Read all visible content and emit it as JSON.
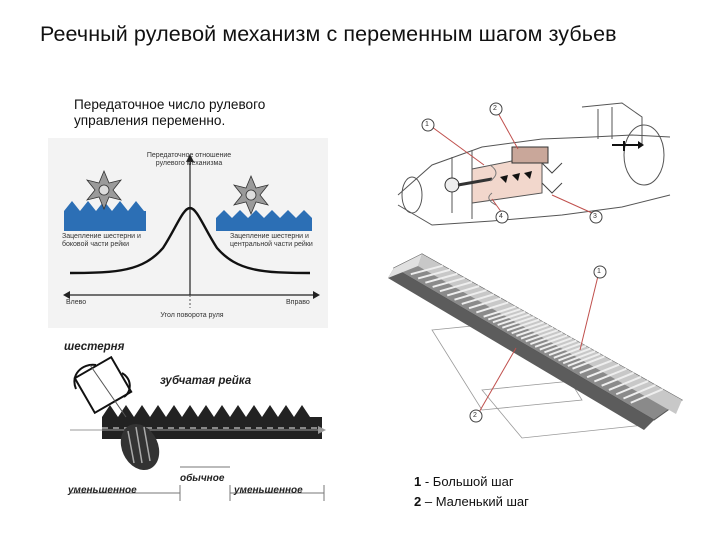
{
  "slide": {
    "title": "Реечный рулевой механизм с переменным шагом зубьев",
    "subtitle": "Передаточное число рулевого управления переменно."
  },
  "graph_figure": {
    "graph_title": "Передаточное отношение рулевого механизма",
    "left_caption": "Зацепление шестерни и боковой части рейки",
    "right_caption": "Зацепление шестерни и центральной части рейки",
    "left_end": "Влево",
    "right_end": "Вправо",
    "x_axis": "Угол поворота руля"
  },
  "rack_figure": {
    "pinion": "шестерня",
    "rack": "зубчатая рейка",
    "normal": "обычное",
    "reduced_left": "уменьшенное",
    "reduced_right": "уменьшенное"
  },
  "mechanism_figure": {
    "callouts": [
      "1",
      "2",
      "3",
      "4"
    ]
  },
  "rack_bar_figure": {
    "callouts": [
      "1",
      "2"
    ]
  },
  "legend": {
    "item1_num": "1",
    "item1_text": " - Большой шаг",
    "item2_num": "2",
    "item2_text": " – Маленький шаг"
  }
}
